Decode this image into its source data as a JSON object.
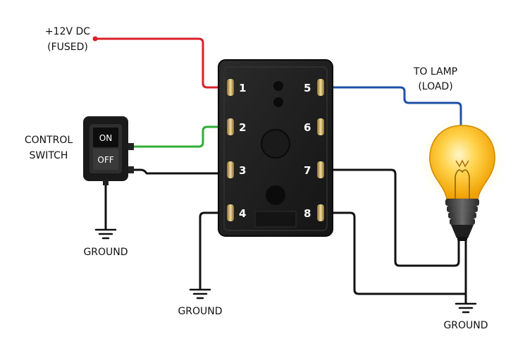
{
  "labels": {
    "supply_line1": "+12V DC",
    "supply_line2": "(FUSED)",
    "switch_line1": "CONTROL",
    "switch_line2": "SWITCH",
    "switch_on": "ON",
    "switch_off": "OFF",
    "lamp_line1": "TO LAMP",
    "lamp_line2": "(LOAD)",
    "ground": "GROUND"
  },
  "pins": [
    {
      "num": "1"
    },
    {
      "num": "2"
    },
    {
      "num": "3"
    },
    {
      "num": "4"
    },
    {
      "num": "5"
    },
    {
      "num": "6"
    },
    {
      "num": "7"
    },
    {
      "num": "8"
    }
  ],
  "colors": {
    "power_wire": "#d9202a",
    "control_wire": "#2fae35",
    "load_wire": "#1f4fa6",
    "ground_wire": "#111111",
    "relay_body": "#1e1e1e",
    "lamp_glow": "#ffb800"
  }
}
